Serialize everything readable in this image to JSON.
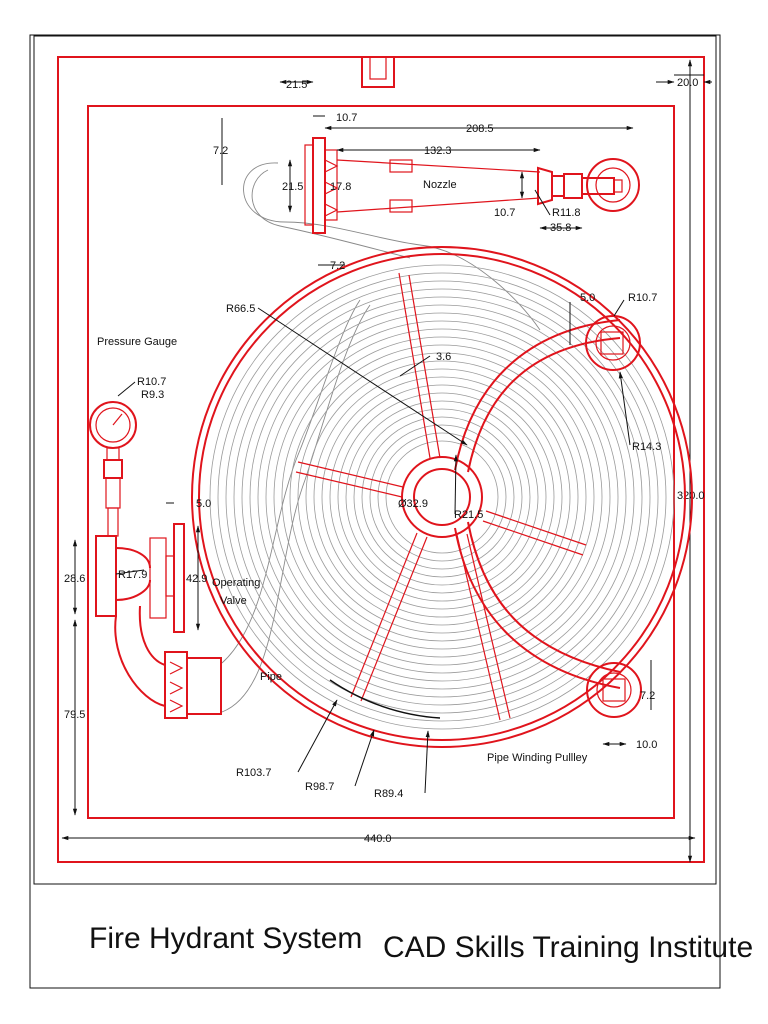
{
  "title_block": {
    "drawing_title": "Fire Hydrant System",
    "institute": "CAD Skills Training Institute"
  },
  "labels": {
    "nozzle": "Nozzle",
    "pressure_gauge": "Pressure Gauge",
    "operating_valve_1": "Operating",
    "operating_valve_2": "Valve",
    "pipe": "Pipe",
    "pipe_winding_pulley": "Pipe Winding Pullley"
  },
  "dimensions": {
    "d_21_5_top": "21.5",
    "d_20_0": "20.0",
    "d_10_7_top": "10.7",
    "d_208_5": "208.5",
    "d_7_2_left": "7.2",
    "d_132_3": "132.3",
    "d_21_5_left": "21.5",
    "d_17_8": "17.8",
    "d_10_7_nozzle": "10.7",
    "r_11_8": "R11.8",
    "d_35_8": "35.8",
    "d_7_2_bottom": "7.2",
    "r_66_5": "R66.5",
    "d_5_0_right": "5.0",
    "r_10_7_right": "R10.7",
    "d_3_6": "3.6",
    "r_14_3": "R14.3",
    "r_10_7_gauge": "R10.7",
    "r_9_3": "R9.3",
    "dia_32_9": "Ø32.9",
    "r_21_5": "R21.5",
    "d_320_0": "320.0",
    "d_5_0_valve": "5.0",
    "d_28_6": "28.6",
    "r_17_9": "R17.9",
    "d_42_9": "42.9",
    "d_79_5": "79.5",
    "d_7_2_lower": "7.2",
    "d_10_0": "10.0",
    "r_103_7": "R103.7",
    "r_98_7": "R98.7",
    "r_89_4": "R89.4",
    "d_440_0": "440.0"
  },
  "colors": {
    "drawing_red": "#e0141c",
    "dimension_black": "#111111",
    "hose_grey": "#8a8a8a"
  }
}
